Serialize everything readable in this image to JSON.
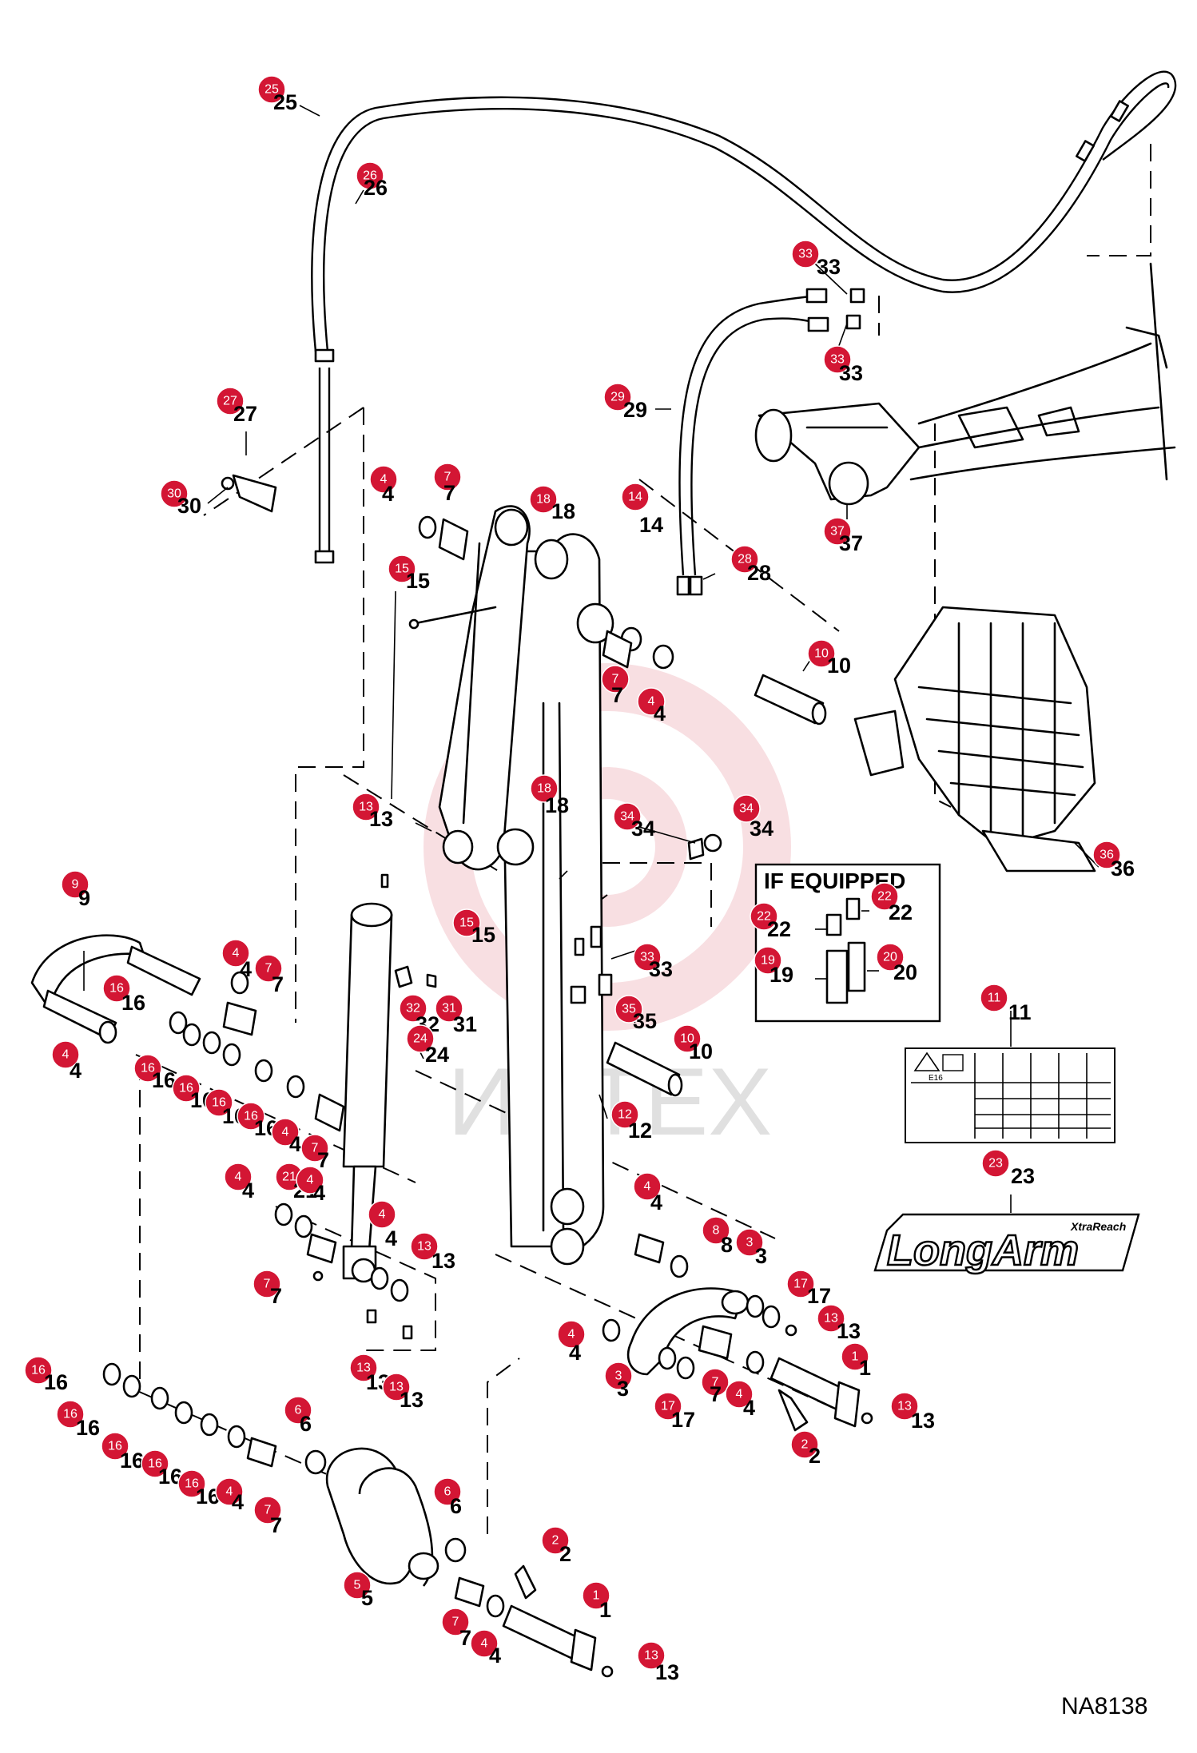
{
  "figure_code": "NA8138",
  "if_equipped_box": {
    "title": "IF EQUIPPED"
  },
  "logo": {
    "brand": "LongArm",
    "tag": "XtraReach"
  },
  "decal": {
    "code": "E16"
  },
  "watermark": {
    "text": "ИНТЕХ"
  },
  "accent_color": "#d31634",
  "callouts": [
    {
      "n": "25"
    },
    {
      "n": "26"
    },
    {
      "n": "27"
    },
    {
      "n": "30"
    },
    {
      "n": "4"
    },
    {
      "n": "7"
    },
    {
      "n": "15"
    },
    {
      "n": "18"
    },
    {
      "n": "14"
    },
    {
      "n": "33"
    },
    {
      "n": "33"
    },
    {
      "n": "29"
    },
    {
      "n": "37"
    },
    {
      "n": "28"
    },
    {
      "n": "10"
    },
    {
      "n": "7"
    },
    {
      "n": "4"
    },
    {
      "n": "13"
    },
    {
      "n": "18"
    },
    {
      "n": "34"
    },
    {
      "n": "34"
    },
    {
      "n": "15"
    },
    {
      "n": "33"
    },
    {
      "n": "35"
    },
    {
      "n": "10"
    },
    {
      "n": "36"
    },
    {
      "n": "22"
    },
    {
      "n": "22"
    },
    {
      "n": "19"
    },
    {
      "n": "20"
    },
    {
      "n": "9"
    },
    {
      "n": "4"
    },
    {
      "n": "7"
    },
    {
      "n": "16"
    },
    {
      "n": "4"
    },
    {
      "n": "16"
    },
    {
      "n": "16"
    },
    {
      "n": "16"
    },
    {
      "n": "16"
    },
    {
      "n": "32"
    },
    {
      "n": "31"
    },
    {
      "n": "24"
    },
    {
      "n": "12"
    },
    {
      "n": "4"
    },
    {
      "n": "7"
    },
    {
      "n": "4"
    },
    {
      "n": "21"
    },
    {
      "n": "4"
    },
    {
      "n": "4"
    },
    {
      "n": "13"
    },
    {
      "n": "7"
    },
    {
      "n": "4"
    },
    {
      "n": "8"
    },
    {
      "n": "3"
    },
    {
      "n": "17"
    },
    {
      "n": "13"
    },
    {
      "n": "4"
    },
    {
      "n": "1"
    },
    {
      "n": "3"
    },
    {
      "n": "17"
    },
    {
      "n": "7"
    },
    {
      "n": "4"
    },
    {
      "n": "13"
    },
    {
      "n": "2"
    },
    {
      "n": "16"
    },
    {
      "n": "16"
    },
    {
      "n": "16"
    },
    {
      "n": "16"
    },
    {
      "n": "16"
    },
    {
      "n": "4"
    },
    {
      "n": "7"
    },
    {
      "n": "6"
    },
    {
      "n": "13"
    },
    {
      "n": "13"
    },
    {
      "n": "6"
    },
    {
      "n": "5"
    },
    {
      "n": "2"
    },
    {
      "n": "1"
    },
    {
      "n": "7"
    },
    {
      "n": "4"
    },
    {
      "n": "13"
    },
    {
      "n": "11"
    },
    {
      "n": "23"
    }
  ]
}
